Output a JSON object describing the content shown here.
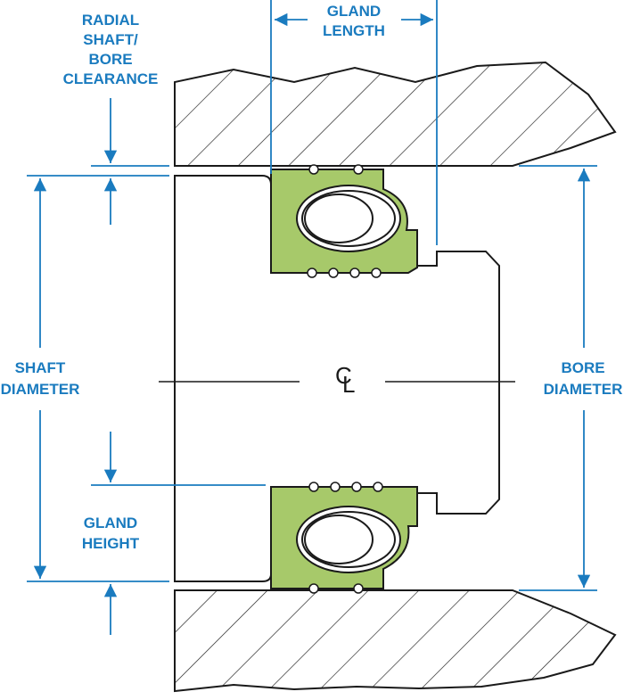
{
  "labels": {
    "radial_clearance": [
      "RADIAL",
      "SHAFT/",
      "BORE",
      "CLEARANCE"
    ],
    "gland_length": [
      "GLAND",
      "LENGTH"
    ],
    "shaft_diameter": [
      "SHAFT",
      "DIAMETER"
    ],
    "bore_diameter": [
      "BORE",
      "DIAMETER"
    ],
    "gland_height": [
      "GLAND",
      "HEIGHT"
    ],
    "centerline": "C",
    "centerline_sub": "L"
  },
  "colors": {
    "dimension": "#1a7bbf",
    "seal_fill": "#a7c96a",
    "outline": "#1a1a1a"
  }
}
